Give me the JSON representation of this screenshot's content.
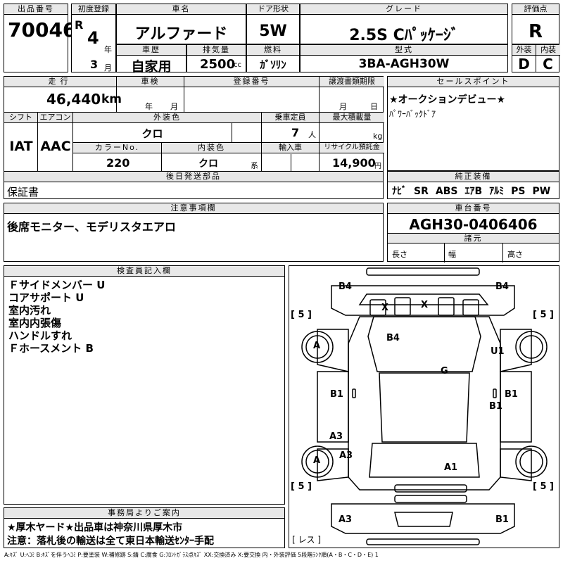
{
  "header": {
    "lot_label": "出品番号",
    "lot_number": "70046",
    "first_reg_label": "初度登録",
    "era": "R",
    "year": "4",
    "year_unit": "年",
    "month": "3",
    "month_unit": "月",
    "name_label": "車名",
    "car_name": "アルファード",
    "door_label": "ドア形状",
    "door": "5W",
    "grade_label": "グレード",
    "grade": "2.5S Cﾊﾟｯｹｰｼﾞ",
    "score_label": "評価点",
    "score": "R",
    "ext_label": "外装",
    "ext_grade": "D",
    "int_label": "内装",
    "int_grade": "C",
    "history_label": "車歴",
    "history": "自家用",
    "displacement_label": "排気量",
    "displacement": "2500",
    "displacement_unit": "cc",
    "fuel_label": "燃料",
    "fuel": "ｶﾞｿﾘﾝ",
    "model_label": "型式",
    "model": "3BA-AGH30W"
  },
  "spec": {
    "mileage_label": "走行",
    "mileage": "46,440",
    "mileage_unit": "km",
    "inspection_label": "車検",
    "insp_year_unit": "年",
    "insp_month_unit": "月",
    "reg_no_label": "登録番号",
    "transfer_label": "譲渡書類期限",
    "transfer_month_unit": "月",
    "transfer_day_unit": "日",
    "shift_label": "シフト",
    "shift": "IAT",
    "ac_label": "エアコン",
    "ac": "AAC",
    "color_label": "外装色",
    "color": "クロ",
    "capacity_label": "乗車定員",
    "capacity": "7",
    "capacity_unit": "人",
    "load_label": "最大積載量",
    "load_unit": "kg",
    "color_no_label": "カラーNo.",
    "color_no": "220",
    "int_color_label": "内装色",
    "int_color": "クロ",
    "int_color_unit": "系",
    "import_label": "輸入車",
    "recycle_label": "リサイクル預託金",
    "recycle": "14,900",
    "recycle_unit": "円",
    "later_parts_label": "後日発送部品",
    "later_parts": "保証書"
  },
  "sales": {
    "label": "セールスポイント",
    "line1": "★オークションデビュー★",
    "line2": "ﾊﾟﾜｰﾊﾞｯｸﾄﾞｱ"
  },
  "equipment": {
    "label": "純正装備",
    "items": [
      "ﾅﾋﾞ",
      "SR",
      "ABS",
      "ｴｱB",
      "ｱﾙﾐ",
      "PS",
      "PW"
    ]
  },
  "notes": {
    "label": "注意事項欄",
    "text": "後席モニター、モデリスタエアロ"
  },
  "chassis": {
    "label": "車台番号",
    "number": "AGH30-0406406",
    "dims_label": "諸元",
    "length_label": "長さ",
    "width_label": "幅",
    "height_label": "高さ"
  },
  "inspector": {
    "label": "検査員記入欄",
    "lines": [
      "Ｆサイドメンバー U",
      "コアサポート U",
      "室内汚れ",
      "室内内張傷",
      "ハンドルすれ",
      "Ｆホースメント B"
    ]
  },
  "office": {
    "label": "事務局よりご案内",
    "line1": "★厚木ヤード★出品車は神奈川県厚木市",
    "line2": "注意：落札後の輸送は全て東日本輸送ｾﾝﾀｰ手配"
  },
  "diagram": {
    "marks": {
      "b4_tl": "B4",
      "b4_tr": "B4",
      "x1": "X",
      "x2": "X",
      "tire_fl": "5",
      "tire_fr": "5",
      "tire_rl": "5",
      "tire_rr": "5",
      "a_fl": "A",
      "b4_hood": "B4",
      "u1": "U1",
      "g_roof": "G",
      "b1_l": "B1",
      "b1_r": "B1",
      "b1_r2": "B1",
      "a3_l": "A3",
      "a3_l2": "A3",
      "a_rl": "A",
      "a1": "A1",
      "a3_rear": "A3",
      "b1_rear": "B1",
      "less": "レス"
    }
  },
  "legend": "A:ｷｽﾞ U:ﾍｺﾐ B:ｷｽﾞを伴うﾍｺﾐ P:要塗装 W:補修跡 S:錆 C:腐食 G:ﾌﾛﾝﾄｶﾞﾗｽ点ｷｽﾞ XX:交換済み X:要交換 内・外装評価 5段階ﾗﾝｸ順(A・B・C・D・E) 1"
}
